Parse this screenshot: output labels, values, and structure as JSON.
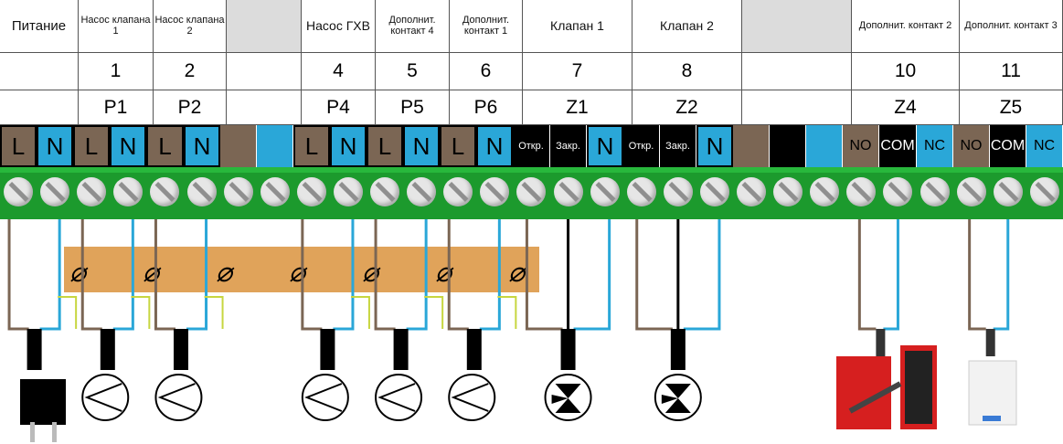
{
  "headers": [
    "Питание",
    "Насос клапана 1",
    "Насос клапана 2",
    "",
    "Насос ГХВ",
    "Дополнит. контакт 4",
    "Дополнит. контакт 1",
    "Клапан 1",
    "Клапан 2",
    "",
    "Дополнит. контакт 2",
    "Дополнит. контакт 3"
  ],
  "numbers": [
    "",
    "1",
    "2",
    "",
    "4",
    "5",
    "6",
    "7",
    "8",
    "",
    "10",
    "11"
  ],
  "codes": [
    "",
    "P1",
    "P2",
    "",
    "P4",
    "P5",
    "P6",
    "Z1",
    "Z2",
    "",
    "Z4",
    "Z5"
  ],
  "terminals": [
    "L",
    "N",
    "L",
    "N",
    "L",
    "N",
    "",
    "",
    "L",
    "N",
    "L",
    "N",
    "L",
    "N",
    "Откр.",
    "Закр.",
    "N",
    "Откр.",
    "Закр.",
    "N",
    "",
    "",
    "",
    "NO",
    "COM",
    "NC",
    "NO",
    "COM",
    "NC"
  ],
  "earth_symbol": "⌀",
  "colors": {
    "brown": "#7b6654",
    "blue": "#2aa7d8",
    "black": "#000000",
    "green": "#1c9a2d",
    "orange": "#e0a35a",
    "boiler_red": "#d61f1f"
  },
  "icons": [
    "plug-icon",
    "pump-icon",
    "pump-icon",
    "pump-icon",
    "pump-icon",
    "pump-icon",
    "valve-icon",
    "valve-icon",
    "pellet-boiler-icon",
    "gas-boiler-icon"
  ]
}
